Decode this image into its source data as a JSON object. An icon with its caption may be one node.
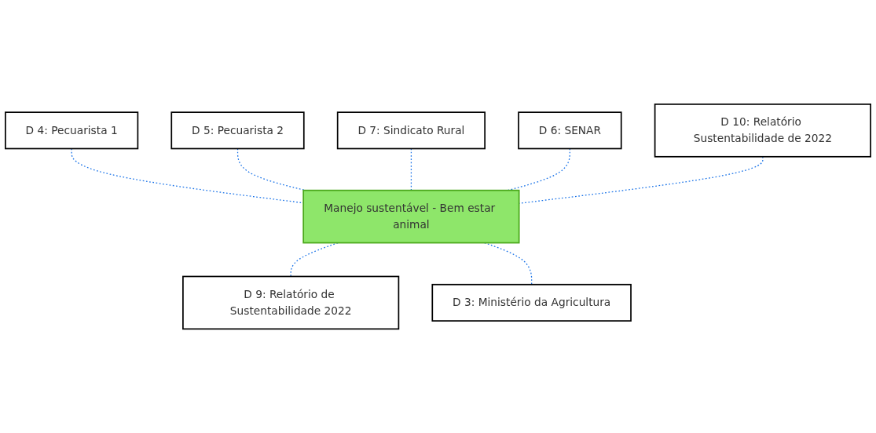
{
  "diagram": {
    "nodes": [
      {
        "text": [
          "D 4: Pecuarista 1"
        ]
      },
      {
        "text": [
          "D 5: Pecuarista 2"
        ]
      },
      {
        "text": [
          "D 7: Sindicato Rural"
        ]
      },
      {
        "text": [
          "D 6: SENAR"
        ]
      },
      {
        "text": [
          "D 10: Relatório Sustentabilidade de 2022"
        ]
      },
      {
        "text": [
          "Manejo sustentável - Bem estar animal"
        ]
      },
      {
        "text": [
          "D 9: Relatório de Sustentabilidade 2022"
        ]
      },
      {
        "text": [
          "D 3: Ministério da Agricultura"
        ]
      }
    ],
    "edges": [
      {
        "from": 0,
        "to": 5,
        "arrow": "none",
        "style": "dashed"
      },
      {
        "from": 1,
        "to": 5,
        "arrow": "none",
        "style": "dashed"
      },
      {
        "from": 2,
        "to": 5,
        "arrow": "none",
        "style": "dashed"
      },
      {
        "from": 3,
        "to": 5,
        "arrow": "none",
        "style": "dashed"
      },
      {
        "from": 4,
        "to": 5,
        "arrow": "none",
        "style": "dashed"
      },
      {
        "from": 5,
        "to": 6,
        "arrow": "none",
        "style": "dashed"
      },
      {
        "from": 5,
        "to": 7,
        "arrow": "none",
        "style": "dashed"
      }
    ]
  }
}
